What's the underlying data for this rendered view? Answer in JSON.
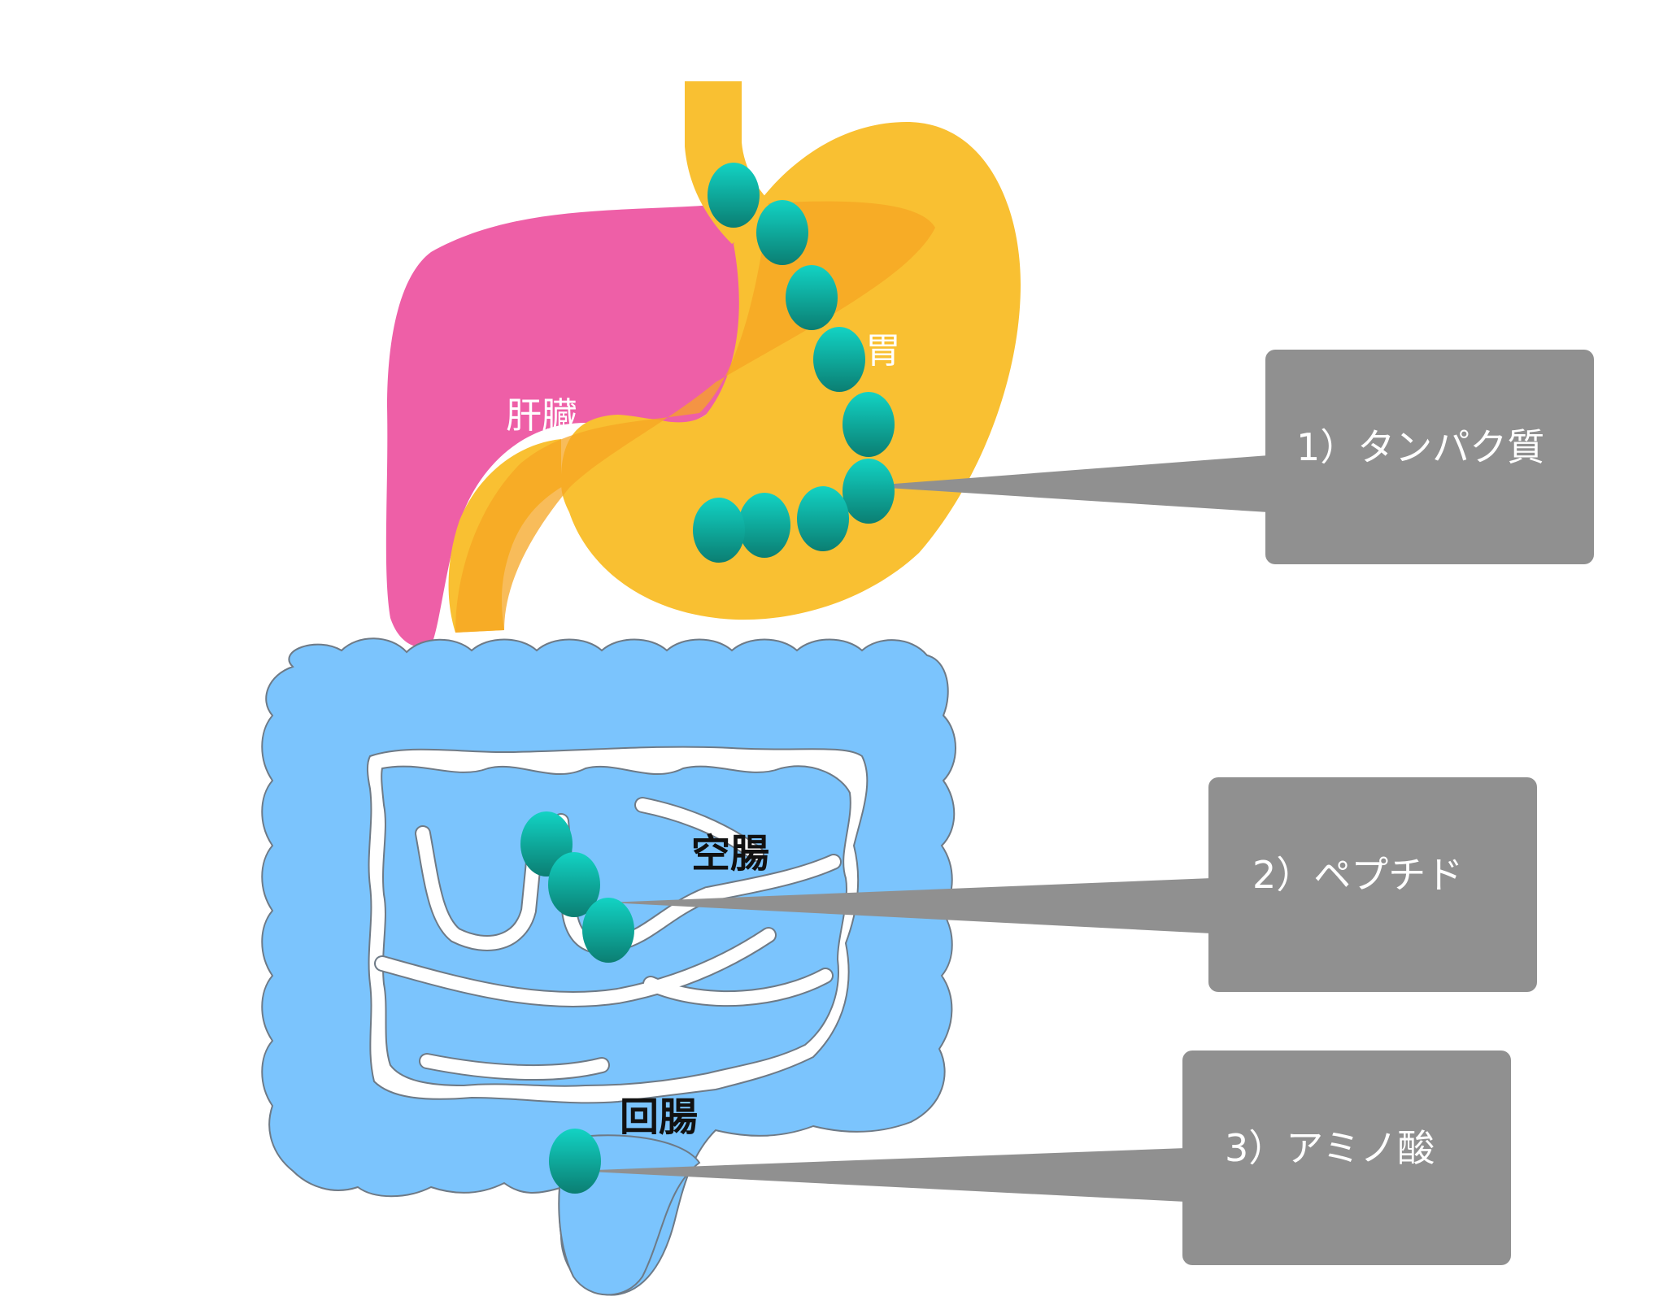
{
  "labels": {
    "liver": "肝臓",
    "stomach": "胃",
    "jejunum": "空腸",
    "ileum": "回腸"
  },
  "callouts": {
    "protein": "1）タンパク質",
    "peptide": "2）ペプチド",
    "amino_acid": "3）アミノ酸"
  },
  "colors": {
    "liver": "#EE5FA7",
    "stomach": "#F9C032",
    "stomach_shade": "#F5A623",
    "intestine": "#7BC4FD",
    "intestine_outline": "#6E7A86",
    "bead_top": "#12D3C4",
    "bead_bottom": "#0B7E72",
    "callout_box": "#909090"
  }
}
